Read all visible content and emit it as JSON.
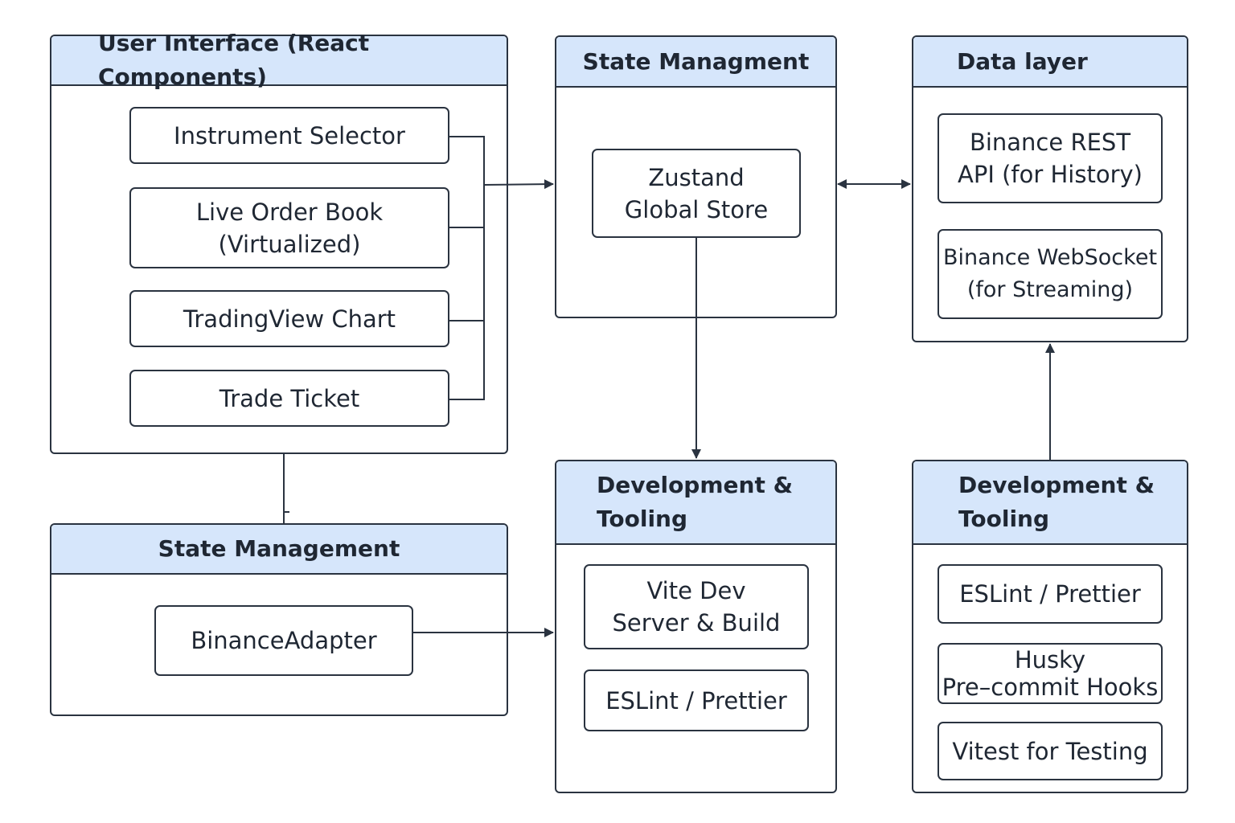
{
  "panels": {
    "ui": {
      "title": "User Interface (React Components)",
      "items": [
        "Instrument Selector",
        "Live Order Book\n(Virtualized)",
        "TradingView Chart",
        "Trade Ticket"
      ]
    },
    "state_top": {
      "title": "State Managment",
      "items": [
        "Zustand\nGlobal Store"
      ]
    },
    "data_layer": {
      "title": "Data layer",
      "items": [
        "Binance REST\nAPI (for History)",
        "Binance WebSocket\n(for Streaming)"
      ]
    },
    "state_bottom": {
      "title": "State Management",
      "items": [
        "BinanceAdapter"
      ]
    },
    "dev_mid": {
      "title": "Development &\nTooling",
      "items": [
        "Vite Dev\nServer & Build",
        "ESLint / Prettier"
      ]
    },
    "dev_right": {
      "title": "Development &\nTooling",
      "items": [
        "ESLint / Prettier",
        "Husky\nPre–commit Hooks",
        "Vitest for Testing"
      ]
    }
  },
  "colors": {
    "header_fill": "#d6e6fb",
    "stroke": "#2a3340",
    "text": "#1f2733"
  }
}
